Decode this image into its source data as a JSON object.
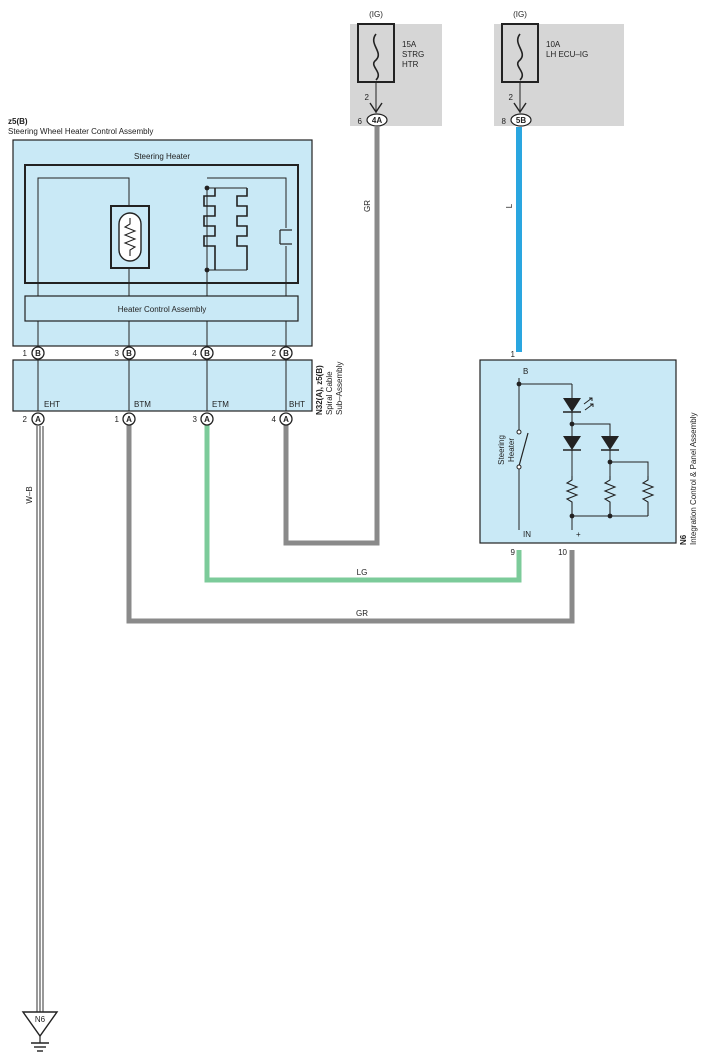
{
  "colors": {
    "wire_gray": "#8a8a8a",
    "wire_lightgreen": "#7ccb9a",
    "wire_blue": "#2aa6e0",
    "box_fill": "#c9e9f6",
    "fuse_panel": "#d6d6d6"
  },
  "fuses": [
    {
      "supply": "(IG)",
      "rating": "15A",
      "name_line1": "STRG",
      "name_line2": "HTR",
      "fuse_pin": "2",
      "conn_pin": "6",
      "conn_code": "4A"
    },
    {
      "supply": "(IG)",
      "rating": "10A",
      "name_line1": "LH ECU–IG",
      "name_line2": "",
      "fuse_pin": "2",
      "conn_pin": "8",
      "conn_code": "5B"
    }
  ],
  "steering_wheel_ctrl": {
    "code": "z5(B)",
    "title": "Steering Wheel Heater Control Assembly",
    "heater_label": "Steering Heater",
    "control_label": "Heater Control Assembly",
    "pins": [
      {
        "num": "1",
        "conn": "B"
      },
      {
        "num": "3",
        "conn": "B"
      },
      {
        "num": "4",
        "conn": "B"
      },
      {
        "num": "2",
        "conn": "B"
      }
    ]
  },
  "spiral_cable": {
    "code": "N32(A), z5(B)",
    "name_line1": "Spiral Cable",
    "name_line2": "Sub–Assembly",
    "terminals": [
      "EHT",
      "BTM",
      "ETM",
      "BHT"
    ],
    "bottom_pins": [
      {
        "num": "2",
        "conn": "A"
      },
      {
        "num": "1",
        "conn": "A"
      },
      {
        "num": "3",
        "conn": "A"
      },
      {
        "num": "4",
        "conn": "A"
      }
    ]
  },
  "panel_assembly": {
    "code": "N6",
    "name": "Integration Control & Panel Assembly",
    "switch_line1": "Steering",
    "switch_line2": "Heater",
    "terminal_b": "B",
    "terminal_in": "IN",
    "terminal_plus": "+",
    "pin_b": "1",
    "pin_in": "9",
    "pin_plus": "10"
  },
  "wire_labels": {
    "gr_vertical": "GR",
    "l_vertical": "L",
    "lg_horizontal": "LG",
    "gr_horizontal": "GR",
    "wb_vertical": "W–B"
  },
  "ground": {
    "label": "N6"
  }
}
